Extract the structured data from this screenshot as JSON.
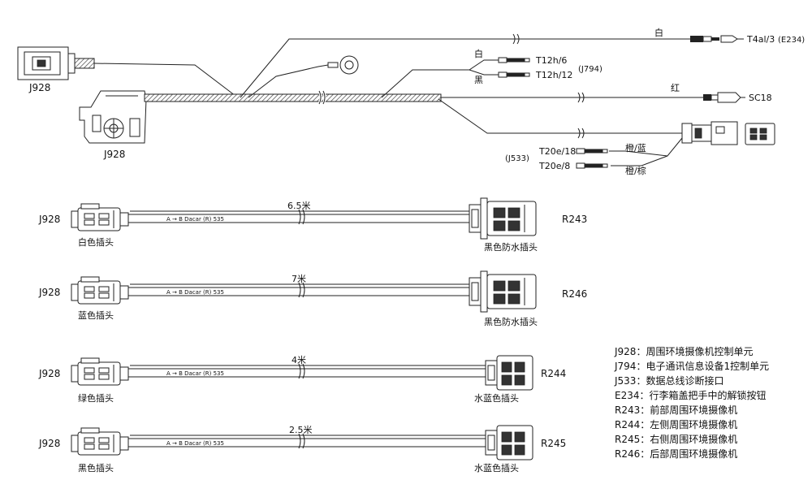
{
  "top": {
    "j928_upper": "J928",
    "j928_lower": "J928",
    "white_label": "白",
    "t4al3": "T4al/3",
    "e234_ref": "(E234)",
    "white_short": "白",
    "black_short": "黑",
    "t12h6": "T12h/6",
    "t12h12": "T12h/12",
    "j794_ref": "(J794)",
    "red_label": "红",
    "sc18": "SC18",
    "j533_ref": "(J533)",
    "t20e18": "T20e/18",
    "t20e8": "T20e/8",
    "orange_blue": "橙/蓝",
    "orange_brown": "橙/棕"
  },
  "cables": [
    {
      "left_id": "J928",
      "left_plug": "白色插头",
      "length": "6.5米",
      "marking": "A → B  Dacar (R) 535",
      "right_id": "R243",
      "right_plug": "黑色防水插头"
    },
    {
      "left_id": "J928",
      "left_plug": "蓝色插头",
      "length": "7米",
      "marking": "A → B  Dacar (R) 535",
      "right_id": "R246",
      "right_plug": "黑色防水插头"
    },
    {
      "left_id": "J928",
      "left_plug": "绿色插头",
      "length": "4米",
      "marking": "A → B  Dacar (R) 535",
      "right_id": "R244",
      "right_plug": "水蓝色插头"
    },
    {
      "left_id": "J928",
      "left_plug": "黑色插头",
      "length": "2.5米",
      "marking": "A → B  Dacar (R) 535",
      "right_id": "R245",
      "right_plug": "水蓝色插头"
    }
  ],
  "legend": [
    "J928：周围环境摄像机控制单元",
    "J794：电子通讯信息设备1控制单元",
    "J533：数据总线诊断接口",
    "E234：行李箱盖把手中的解锁按钮",
    "R243：前部周围环境摄像机",
    "R244：左侧周围环境摄像机",
    "R245：右侧周围环境摄像机",
    "R246：后部周围环境摄像机"
  ]
}
